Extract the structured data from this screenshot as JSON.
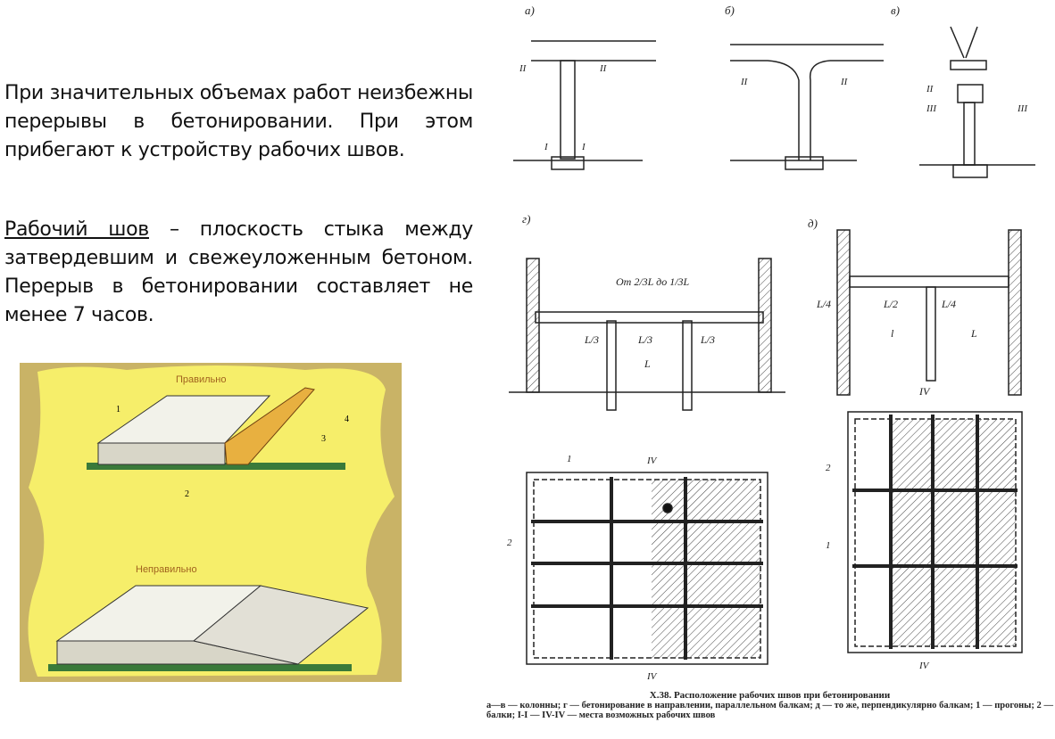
{
  "paragraph1": "При значительных объемах работ неизбежны перерывы в бетонировании. При этом прибегают к устройству рабочих швов.",
  "paragraph2": {
    "term": "Рабочий шов",
    "rest": " – плоскость стыка между затвердевшим и свежеуложенным бетоном. Перерыв в бетонировании составляет не менее 7 часов."
  },
  "illustration": {
    "correct": "Правильно",
    "incorrect": "Неправильно",
    "labels": [
      "1",
      "2",
      "3",
      "4"
    ]
  },
  "diagram": {
    "panels": [
      "а)",
      "б)",
      "в)",
      "г)",
      "д)"
    ],
    "sections": [
      "I",
      "II",
      "III",
      "IV"
    ],
    "g_labels": {
      "span": "От 2/3L до 1/3L",
      "l3": "L/3",
      "L": "L"
    },
    "d_labels": {
      "l4": "L/4",
      "l2": "L/2",
      "l": "l",
      "L": "L"
    },
    "plan_labels": [
      "1",
      "2"
    ]
  },
  "caption": {
    "title": "X.38. Расположение рабочих швов при бетонировании",
    "body": "а—в — колонны; г — бетонирование в направлении, параллельном балкам; д — то же, перпендикулярно балкам; 1 — прогоны; 2 — балки; I-I — IV-IV — места возможных рабочих швов"
  }
}
